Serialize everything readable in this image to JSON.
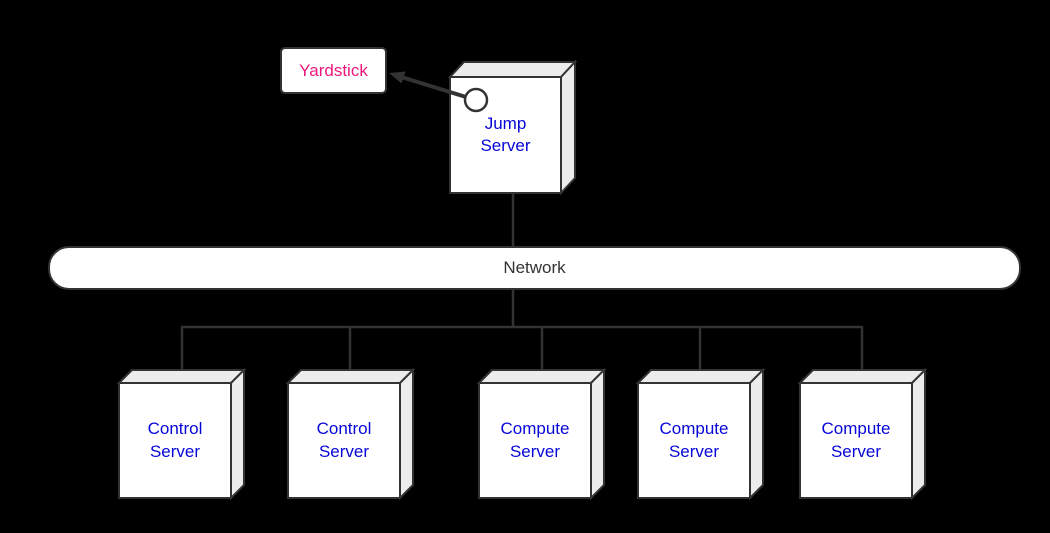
{
  "colors": {
    "background": "#000000",
    "line_and_border": "#333333",
    "node_front_fill": "#ffffff",
    "node_side_fill": "#ececec",
    "server_label_blue": "#0606d8",
    "yardstick_pink": "#ed187c",
    "network_text": "#333333"
  },
  "nodes": {
    "yardstick": {
      "label": "Yardstick"
    },
    "jump_server": {
      "label": "Jump\nServer"
    },
    "network": {
      "label": "Network"
    },
    "servers": [
      {
        "label": "Control\nServer"
      },
      {
        "label": "Control\nServer"
      },
      {
        "label": "Compute\nServer"
      },
      {
        "label": "Compute\nServer"
      },
      {
        "label": "Compute\nServer"
      }
    ]
  },
  "edges": [
    {
      "from": "Jump Server",
      "to": "Yardstick",
      "style": "arrow-from-port"
    },
    {
      "from": "Jump Server",
      "to": "Network",
      "style": "line"
    },
    {
      "from": "Network",
      "to": "Control Server 1",
      "style": "line"
    },
    {
      "from": "Network",
      "to": "Control Server 2",
      "style": "line"
    },
    {
      "from": "Network",
      "to": "Compute Server 1",
      "style": "line"
    },
    {
      "from": "Network",
      "to": "Compute Server 2",
      "style": "line"
    },
    {
      "from": "Network",
      "to": "Compute Server 3",
      "style": "line"
    }
  ]
}
